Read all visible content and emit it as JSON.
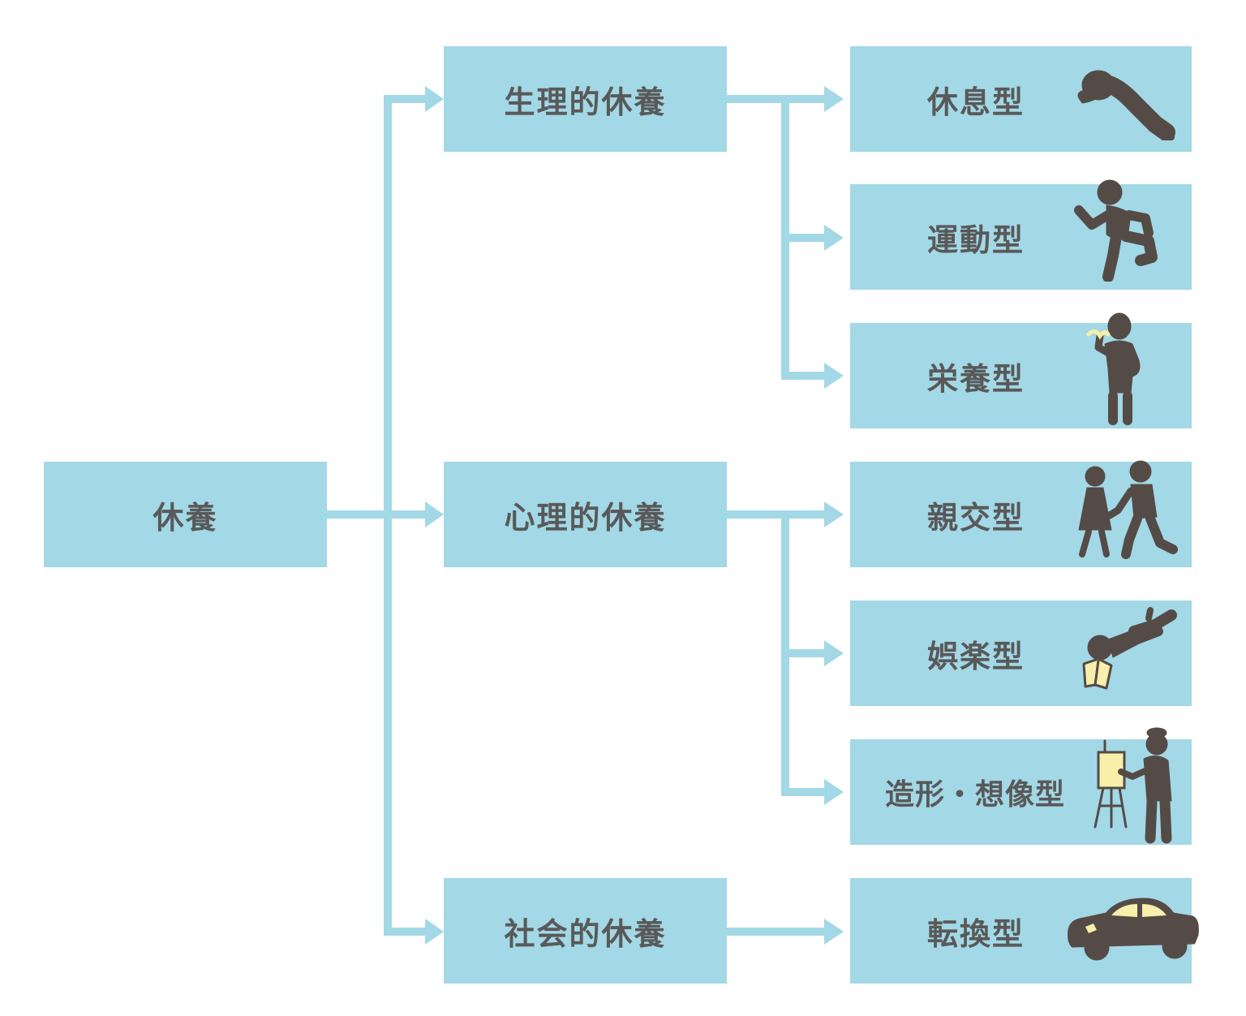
{
  "colors": {
    "box": "#a3d8e6",
    "line": "#a3d8e6",
    "text": "#595959",
    "figure": "#544b47",
    "accent": "#f7efaa"
  },
  "root": {
    "label": "休養"
  },
  "categories": [
    {
      "label": "生理的休養",
      "types": [
        {
          "label": "休息型",
          "icon": "lying-person-icon"
        },
        {
          "label": "運動型",
          "icon": "running-person-icon"
        },
        {
          "label": "栄養型",
          "icon": "eating-person-icon"
        }
      ]
    },
    {
      "label": "心理的休養",
      "types": [
        {
          "label": "親交型",
          "icon": "couple-walking-icon"
        },
        {
          "label": "娯楽型",
          "icon": "reading-person-icon"
        },
        {
          "label": "造形・想像型",
          "icon": "painter-easel-icon"
        }
      ]
    },
    {
      "label": "社会的休養",
      "types": [
        {
          "label": "転換型",
          "icon": "car-icon"
        }
      ]
    }
  ]
}
